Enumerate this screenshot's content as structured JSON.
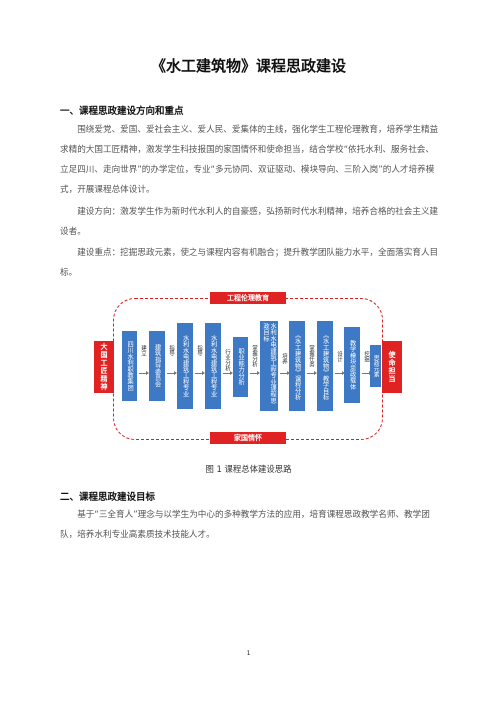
{
  "doc": {
    "title": "《水工建筑物》课程思政建设",
    "section1": {
      "heading": "一、课程思政建设方向和重点",
      "para1": "围绕爱党、爱国、爱社会主义、爱人民、爱集体的主线，强化学生工程伦理教育，培养学生精益求精的大国工匠精神，激发学生科技报国的家国情怀和使命担当，结合学校“依托水利、服务社会、立足四川、走向世界”的办学定位，专业“多元协同、双证驱动、模块导向、三阶入岗”的人才培养模式，开展课程总体设计。",
      "para2": "建设方向：激发学生作为新时代水利人的自豪感，弘扬新时代水利精神，培养合格的社会主义建设者。",
      "para3": "建设重点：挖掘思政元素，使之与课程内容有机融合；提升教学团队能力水平，全面落实育人目标。"
    },
    "figure": {
      "top_band": "工程伦理教育",
      "bottom_band": "家国情怀",
      "left_label": "大国工匠精神",
      "right_label": "使命担当",
      "boxes": [
        "四川水利职教集团",
        "建筑指导委员会",
        "水利水电建筑工程专业",
        "水利水电建筑工程专业",
        "职业能力分析",
        "水利水电建筑工程专业课程思政目标",
        "《水工建筑物》课程分析",
        "《水工建筑物》教学目标",
        "教学模块思政载体",
        "思政元素"
      ],
      "connectors": [
        "建立",
        "指导",
        "指导",
        "行业分析",
        "掌握分析",
        "培养",
        "掌握任务",
        "设计",
        "挖掘"
      ],
      "caption": "图 1 课程总体建设思路"
    },
    "section2": {
      "heading": "二、课程思政建设目标",
      "para1": "基于“三全育人”理念与以学生为中心的多种教学方法的应用，培育课程思政教学名师、教学团队，培养水利专业高素质技术技能人才。"
    },
    "page_number": "1"
  }
}
